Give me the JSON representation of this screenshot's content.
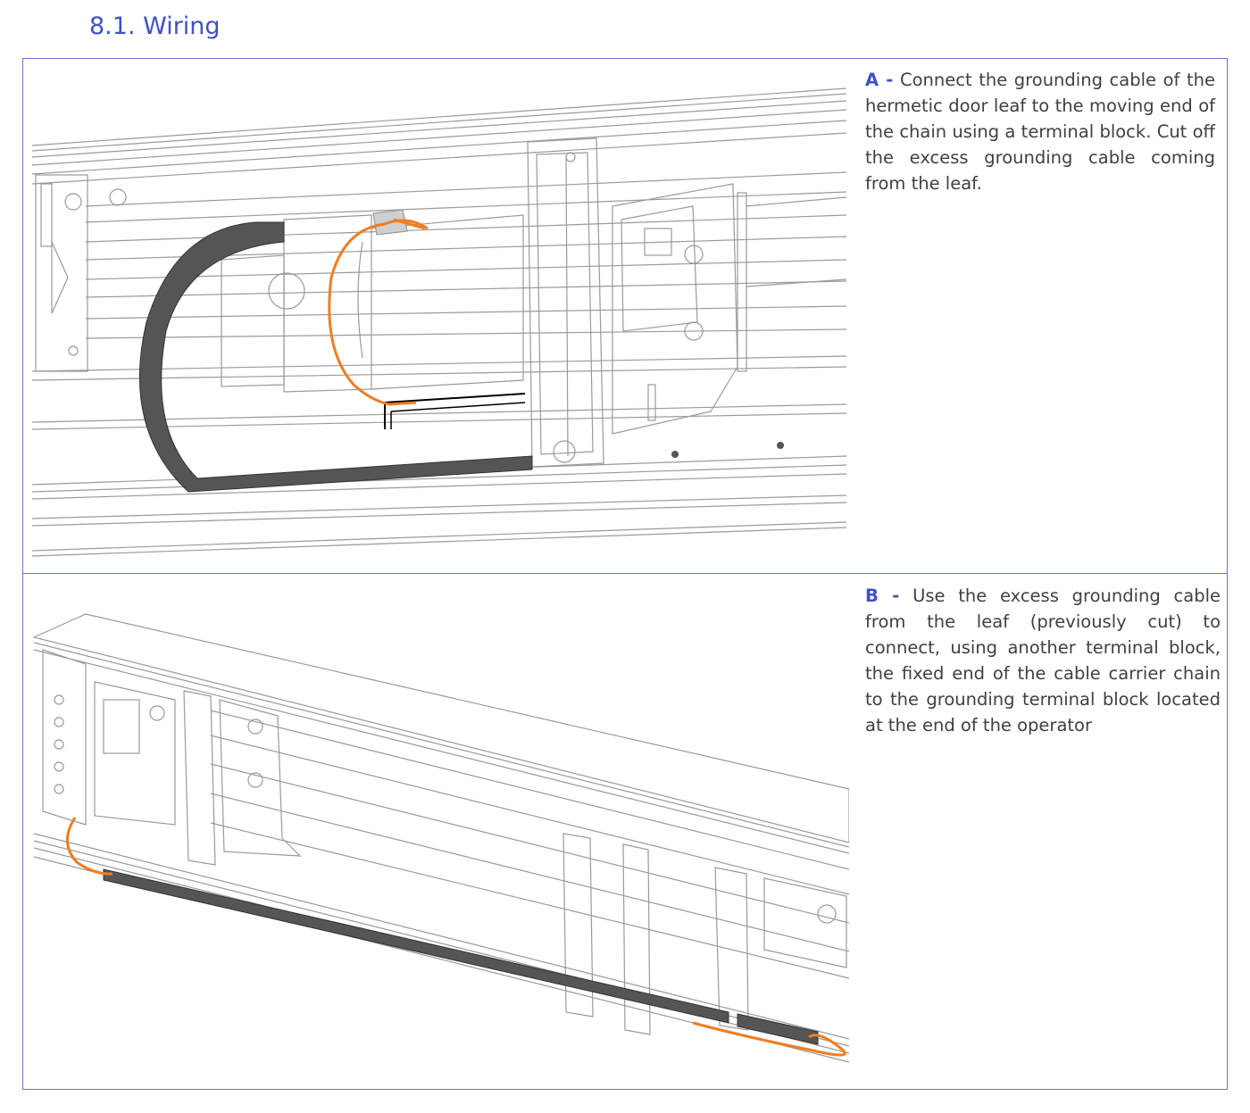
{
  "section": {
    "title": "8.1. Wiring"
  },
  "steps": [
    {
      "letter": "A",
      "separator": "-",
      "text": "Connect the grounding cable of the hermetic door leaf to the moving end of the chain using a terminal block. Cut off the excess grounding cable coming from the leaf."
    },
    {
      "letter": "B",
      "separator": "-",
      "text": "Use the excess grounding cable from the leaf (previously cut) to connect, using another terminal block, the fixed end of the cable carrier chain to the grounding terminal block located at the end of the operator"
    }
  ],
  "colors": {
    "heading": "#3f51c4",
    "border": "#6a78c8",
    "cable": "#ef7d22",
    "chain": "#555555",
    "text": "#404040"
  }
}
